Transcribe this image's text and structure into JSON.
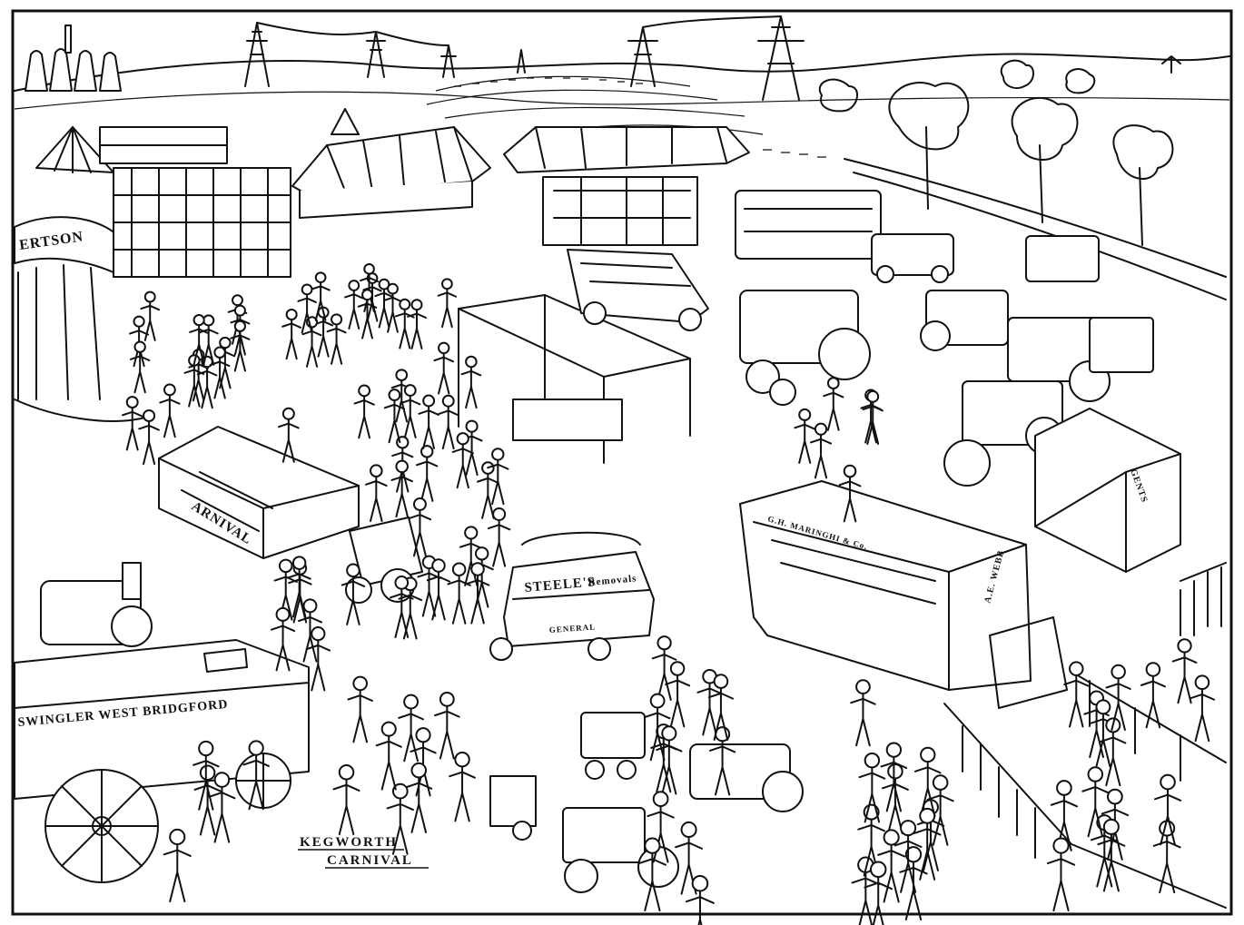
{
  "signs": {
    "robertson": "ERTSON",
    "carnival_stand": "ARNIVAL",
    "steeles": "STEELE'S",
    "removals": "Removals",
    "general": "GENERAL",
    "maringhi": "G.H. MARINGHI & Co.",
    "webb": "A.E. WEBB",
    "swingler": "SWINGLER  WEST  BRIDGFORD",
    "gents": "GENTS"
  },
  "caption": {
    "line1": "KEGWORTH",
    "line2": "CARNIVAL"
  },
  "colors": {
    "ink": "#111111",
    "paper": "#ffffff"
  }
}
